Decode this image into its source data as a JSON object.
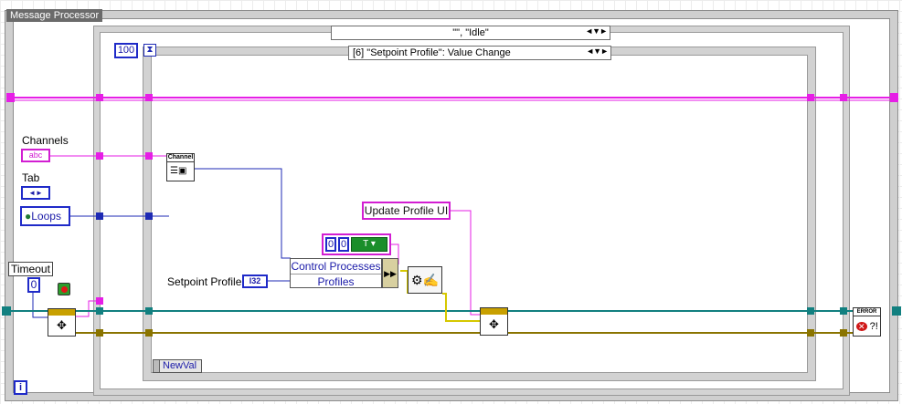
{
  "window": {
    "title": "Message Processor"
  },
  "case_structure": {
    "selector": "\"\", \"Idle\""
  },
  "event_structure": {
    "timeout": "100",
    "selector": "[6] \"Setpoint Profile\": Value Change"
  },
  "controls": {
    "channels_label": "Channels",
    "channels_terminal": "abc",
    "tab_label": "Tab",
    "tab_terminal": "◄►",
    "loops": "Loops",
    "timeout_label": "Timeout",
    "timeout_value": "0",
    "setpoint_label": "Setpoint Profile",
    "setpoint_terminal": "I32",
    "newval": "NewVal",
    "iteration": "i"
  },
  "nodes": {
    "channel_subvi": "Channel",
    "update_profile": "Update Profile UI",
    "cluster_values": [
      "0",
      "0"
    ],
    "bundle_line1": "Control Processes",
    "bundle_line2": "Profiles",
    "error_label": "ERROR",
    "error_symbol": "?!"
  },
  "colors": {
    "string_wire": "#e61ee6",
    "numeric_wire": "#1e2ab4",
    "cluster_wire": "#8a7400",
    "error_wire": "#d6c800",
    "reference_wire": "#128080",
    "frame_grey": "#cfcfcf"
  }
}
